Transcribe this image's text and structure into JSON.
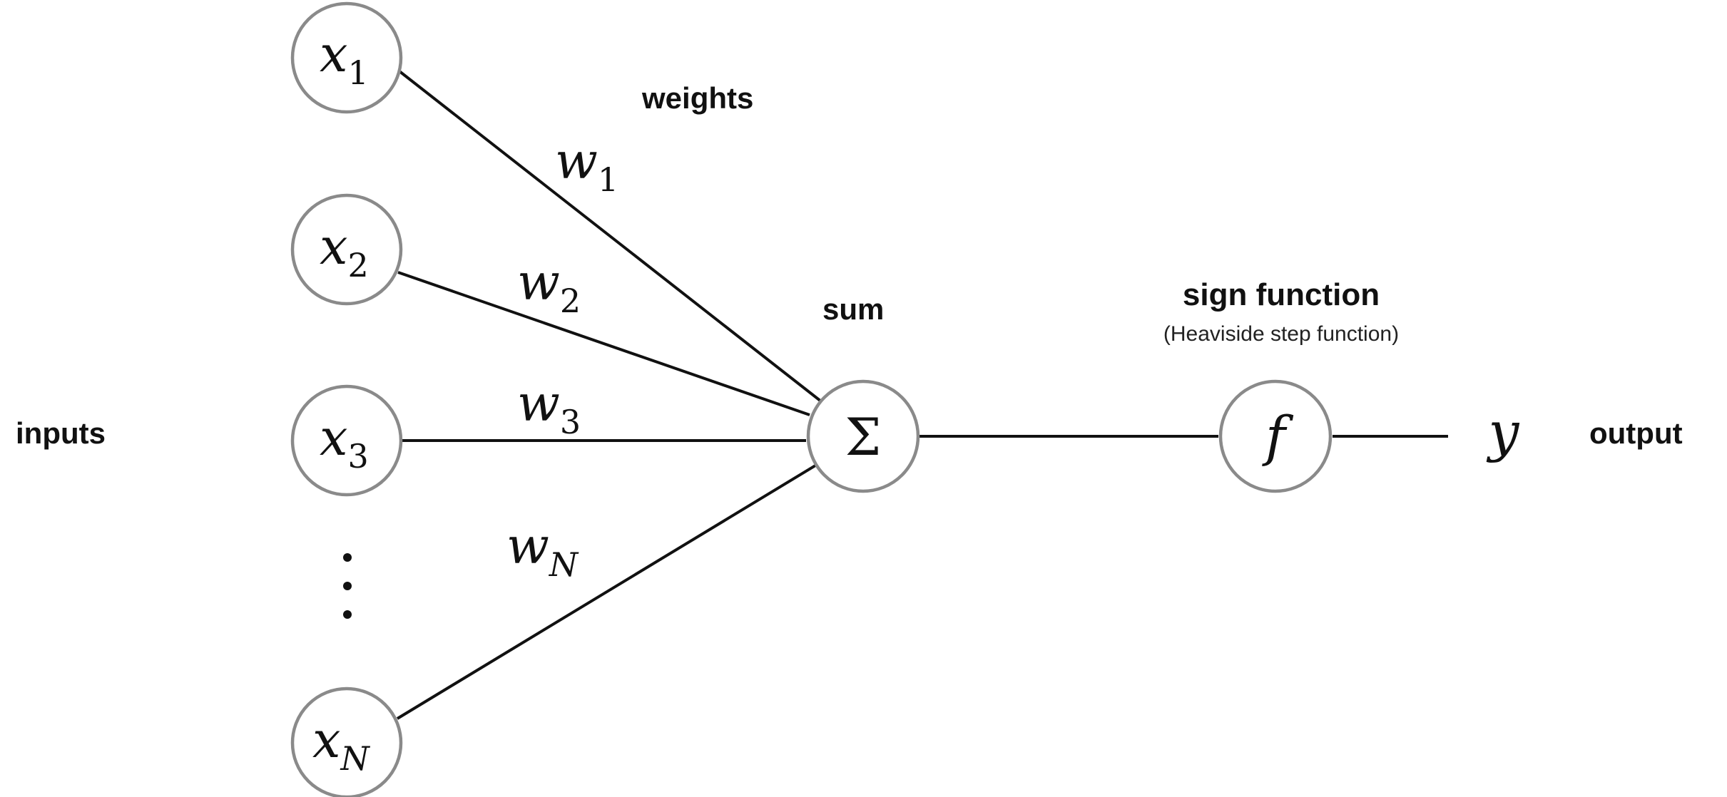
{
  "labels": {
    "inputs": "inputs",
    "weights": "weights",
    "sum": "sum",
    "sign_function": "sign function",
    "sign_function_note": "(Heaviside step function)",
    "output": "output"
  },
  "inputs": [
    {
      "base": "x",
      "sub": "1"
    },
    {
      "base": "x",
      "sub": "2"
    },
    {
      "base": "x",
      "sub": "3"
    },
    {
      "base": "x",
      "sub": "N"
    }
  ],
  "weights": [
    {
      "base": "w",
      "sub": "1"
    },
    {
      "base": "w",
      "sub": "2"
    },
    {
      "base": "w",
      "sub": "3"
    },
    {
      "base": "w",
      "sub": "N"
    }
  ],
  "ellipsis": "⋮",
  "sum_symbol": "Σ",
  "activation_symbol": "f",
  "output_symbol": "y",
  "colors": {
    "edge": "#111111",
    "node_stroke": "#8a8a8a",
    "text": "#111111"
  }
}
